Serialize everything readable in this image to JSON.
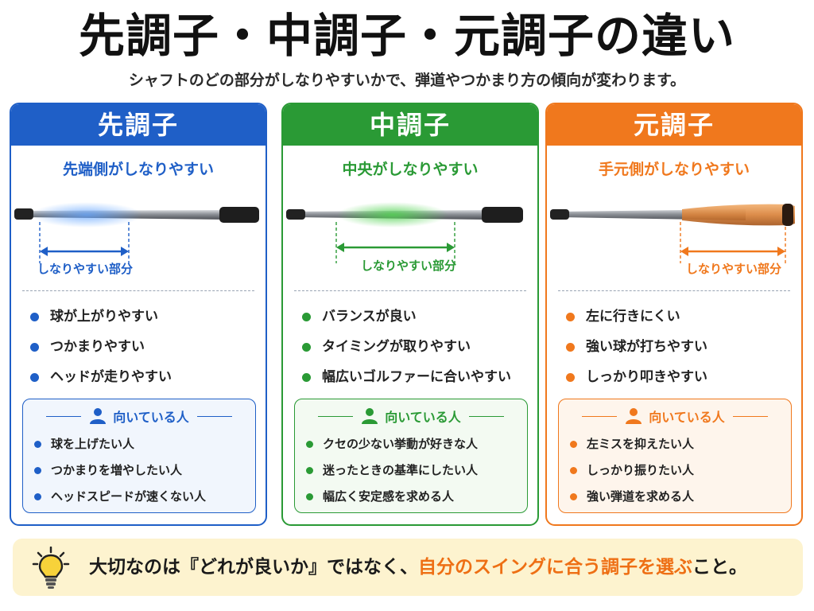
{
  "title": "先調子・中調子・元調子の違い",
  "subtitle": "シャフトのどの部分がしなりやすいかで、弾道やつかまり方の傾向が変わります。",
  "colors": {
    "blue": "#1f5fc7",
    "green": "#2a9a35",
    "orange": "#f0781d",
    "highlight": "#ee6f14"
  },
  "cards": [
    {
      "heading": "先調子",
      "tagline": "先端側がしなりやすい",
      "bend_label": "しなりやすい部分",
      "features": [
        "球が上がりやすい",
        "つかまりやすい",
        "ヘッドが走りやすい"
      ],
      "fit_title": "向いている人",
      "fit_items": [
        "球を上げたい人",
        "つかまりを増やしたい人",
        "ヘッドスピードが速くない人"
      ]
    },
    {
      "heading": "中調子",
      "tagline": "中央がしなりやすい",
      "bend_label": "しなりやすい部分",
      "features": [
        "バランスが良い",
        "タイミングが取りやすい",
        "幅広いゴルファーに合いやすい"
      ],
      "fit_title": "向いている人",
      "fit_items": [
        "クセの少ない挙動が好きな人",
        "迷ったときの基準にしたい人",
        "幅広く安定感を求める人"
      ]
    },
    {
      "heading": "元調子",
      "tagline": "手元側がしなりやすい",
      "bend_label": "しなりやすい部分",
      "features": [
        "左に行きにくい",
        "強い球が打ちやすい",
        "しっかり叩きやすい"
      ],
      "fit_title": "向いている人",
      "fit_items": [
        "左ミスを抑えたい人",
        "しっかり振りたい人",
        "強い弾道を求める人"
      ]
    }
  ],
  "bottom": {
    "icon": "lightbulb-icon",
    "text_before": "大切なのは『どれが良いか』ではなく、",
    "text_highlight": "自分のスイングに合う調子を選ぶ",
    "text_after": "こと。"
  }
}
